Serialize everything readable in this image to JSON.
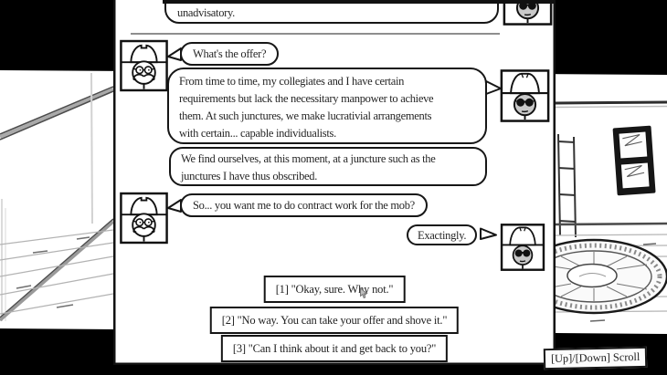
{
  "dialogue": {
    "messages": [
      {
        "speaker": "mobster",
        "text": "unadvisatory."
      },
      {
        "speaker": "player",
        "text": "What's the offer?"
      },
      {
        "speaker": "mobster",
        "lines": [
          "From time to time, my collegiates and I have certain",
          "requirements but lack the necessitary manpower to achieve",
          "them. At such junctures, we make lucrativial arrangements",
          "with certain... capable individualists."
        ]
      },
      {
        "speaker": "mobster",
        "lines": [
          "We find ourselves, at this moment, at a juncture such as the",
          "junctures I have thus obscribed."
        ]
      },
      {
        "speaker": "player",
        "text": "So... you want me to do contract work for the mob?"
      },
      {
        "speaker": "mobster",
        "text": "Exactingly."
      }
    ],
    "options": [
      {
        "label": "[1]  \"Okay, sure. Why not.\""
      },
      {
        "label": "[2]  \"No way. You can take your offer and shove it.\""
      },
      {
        "label": "[3]  \"Can I think about it and get back to you?\""
      }
    ],
    "scroll_hint": "[Up]/[Down] Scroll"
  },
  "avatars": {
    "player": "bowler-hat-round-glasses-mustache",
    "mobster": "fedora-sunglasses-frown"
  },
  "colors": {
    "letterbox": "#000000",
    "ink": "#161616",
    "paper": "#ffffff",
    "face_shade": "#c9c9c9",
    "divider": "#8e8e8e"
  }
}
